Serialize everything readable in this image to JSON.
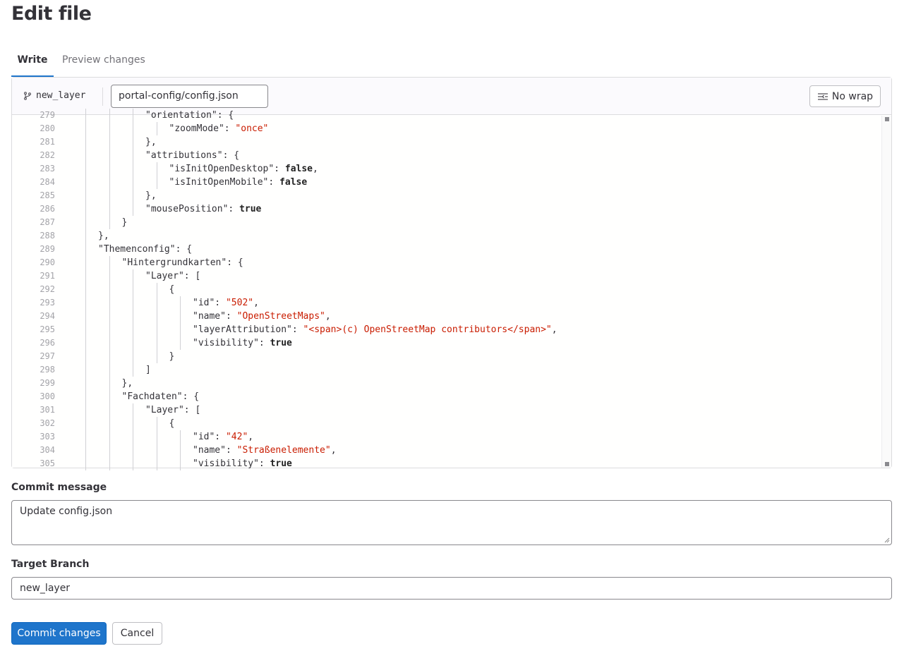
{
  "page": {
    "title": "Edit file"
  },
  "tabs": [
    {
      "label": "Write",
      "active": true
    },
    {
      "label": "Preview changes",
      "active": false
    }
  ],
  "editor": {
    "branch": "new_layer",
    "branch_icon": "branch-icon",
    "file_path": "portal-config/config.json",
    "wrap_button": {
      "label": "No wrap",
      "icon": "wrap-icon"
    },
    "lines": [
      {
        "n": "279",
        "indent": 3,
        "tokens": [
          {
            "t": "\"orientation\": {"
          }
        ]
      },
      {
        "n": "280",
        "indent": 4,
        "tokens": [
          {
            "t": "\"zoomMode\": "
          },
          {
            "t": "\"once\"",
            "c": "str"
          }
        ]
      },
      {
        "n": "281",
        "indent": 3,
        "tokens": [
          {
            "t": "},"
          }
        ]
      },
      {
        "n": "282",
        "indent": 3,
        "tokens": [
          {
            "t": "\"attributions\": {"
          }
        ]
      },
      {
        "n": "283",
        "indent": 4,
        "tokens": [
          {
            "t": "\"isInitOpenDesktop\": "
          },
          {
            "t": "false",
            "c": "kw"
          },
          {
            "t": ","
          }
        ]
      },
      {
        "n": "284",
        "indent": 4,
        "tokens": [
          {
            "t": "\"isInitOpenMobile\": "
          },
          {
            "t": "false",
            "c": "kw"
          }
        ]
      },
      {
        "n": "285",
        "indent": 3,
        "tokens": [
          {
            "t": "},"
          }
        ]
      },
      {
        "n": "286",
        "indent": 3,
        "tokens": [
          {
            "t": "\"mousePosition\": "
          },
          {
            "t": "true",
            "c": "kw"
          }
        ]
      },
      {
        "n": "287",
        "indent": 2,
        "tokens": [
          {
            "t": "}"
          }
        ]
      },
      {
        "n": "288",
        "indent": 1,
        "tokens": [
          {
            "t": "},"
          }
        ]
      },
      {
        "n": "289",
        "indent": 1,
        "tokens": [
          {
            "t": "\"Themenconfig\": {"
          }
        ]
      },
      {
        "n": "290",
        "indent": 2,
        "tokens": [
          {
            "t": "\"Hintergrundkarten\": {"
          }
        ]
      },
      {
        "n": "291",
        "indent": 3,
        "tokens": [
          {
            "t": "\"Layer\": ["
          }
        ]
      },
      {
        "n": "292",
        "indent": 4,
        "tokens": [
          {
            "t": "{"
          }
        ]
      },
      {
        "n": "293",
        "indent": 5,
        "tokens": [
          {
            "t": "\"id\": "
          },
          {
            "t": "\"502\"",
            "c": "str"
          },
          {
            "t": ","
          }
        ]
      },
      {
        "n": "294",
        "indent": 5,
        "tokens": [
          {
            "t": "\"name\": "
          },
          {
            "t": "\"OpenStreetMaps\"",
            "c": "str"
          },
          {
            "t": ","
          }
        ]
      },
      {
        "n": "295",
        "indent": 5,
        "tokens": [
          {
            "t": "\"layerAttribution\": "
          },
          {
            "t": "\"<span>(c) OpenStreetMap contributors</span>\"",
            "c": "str"
          },
          {
            "t": ","
          }
        ]
      },
      {
        "n": "296",
        "indent": 5,
        "tokens": [
          {
            "t": "\"visibility\": "
          },
          {
            "t": "true",
            "c": "kw"
          }
        ]
      },
      {
        "n": "297",
        "indent": 4,
        "tokens": [
          {
            "t": "}"
          }
        ]
      },
      {
        "n": "298",
        "indent": 3,
        "tokens": [
          {
            "t": "]"
          }
        ]
      },
      {
        "n": "299",
        "indent": 2,
        "tokens": [
          {
            "t": "},"
          }
        ]
      },
      {
        "n": "300",
        "indent": 2,
        "tokens": [
          {
            "t": "\"Fachdaten\": {"
          }
        ]
      },
      {
        "n": "301",
        "indent": 3,
        "tokens": [
          {
            "t": "\"Layer\": ["
          }
        ]
      },
      {
        "n": "302",
        "indent": 4,
        "tokens": [
          {
            "t": "{"
          }
        ]
      },
      {
        "n": "303",
        "indent": 5,
        "tokens": [
          {
            "t": "\"id\": "
          },
          {
            "t": "\"42\"",
            "c": "str"
          },
          {
            "t": ","
          }
        ]
      },
      {
        "n": "304",
        "indent": 5,
        "tokens": [
          {
            "t": "\"name\": "
          },
          {
            "t": "\"Straßenelemente\"",
            "c": "str"
          },
          {
            "t": ","
          }
        ]
      },
      {
        "n": "305",
        "indent": 5,
        "tokens": [
          {
            "t": "\"visibility\": "
          },
          {
            "t": "true",
            "c": "kw"
          }
        ]
      }
    ]
  },
  "commit": {
    "message_label": "Commit message",
    "message_value": "Update config.json",
    "branch_label": "Target Branch",
    "branch_value": "new_layer",
    "submit_label": "Commit changes",
    "cancel_label": "Cancel"
  },
  "colors": {
    "primary": "#1f75cb",
    "string": "#c91c00",
    "border": "#89888d"
  }
}
